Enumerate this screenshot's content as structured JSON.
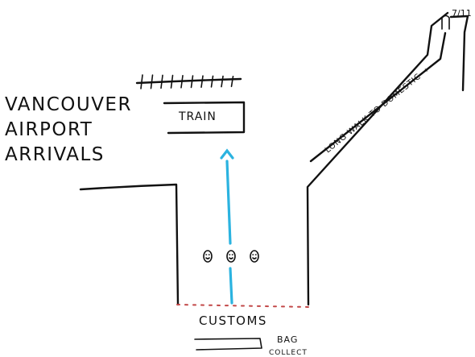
{
  "title": {
    "line1": "VANCOUVER",
    "line2": "AIRPORT",
    "line3": "ARRIVALS"
  },
  "labels": {
    "train": "TRAIN",
    "long_walk": "LONG WALK TO DOMESTIC →",
    "seven_eleven": "7/11",
    "customs": "CUSTOMS",
    "bag_collect_line1": "BAG",
    "bag_collect_line2": "COLLECT"
  },
  "colors": {
    "ink": "#111111",
    "route": "#2bb3e0",
    "customs_line": "#c24848"
  },
  "people_count": 3
}
